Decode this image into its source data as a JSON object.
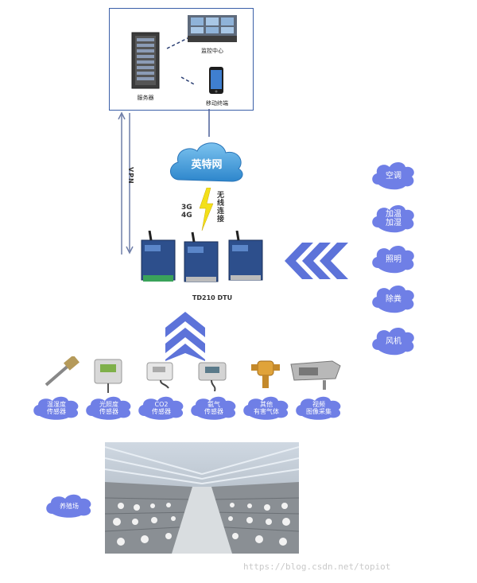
{
  "top_box": {
    "server_label": "服务器",
    "monitor_label": "监控中心",
    "mobile_label": "移动终端"
  },
  "cloud": {
    "label": "英特网"
  },
  "vpn_label": "VPN",
  "network_label": "3G\n4G",
  "wireless_label": "无线连接",
  "dtu_label": "TD210 DTU",
  "controls": [
    {
      "label": "空调"
    },
    {
      "label": "加温\n加湿"
    },
    {
      "label": "照明"
    },
    {
      "label": "除粪"
    },
    {
      "label": "风机"
    }
  ],
  "sensors": [
    {
      "label": "温湿度\n传感器"
    },
    {
      "label": "光照度\n传感器"
    },
    {
      "label": "CO2\n传感器"
    },
    {
      "label": "氨气\n传感器"
    },
    {
      "label": "其他\n有害气体"
    },
    {
      "label": "视频\n图像采集"
    }
  ],
  "farm_label": "养殖场",
  "watermark": "https://blog.csdn.net/topiot",
  "colors": {
    "blob": "#6f7fe6",
    "cloud": "#4aa3df",
    "arrow": "#5d73d9",
    "box_border": "#3a5fa8"
  }
}
